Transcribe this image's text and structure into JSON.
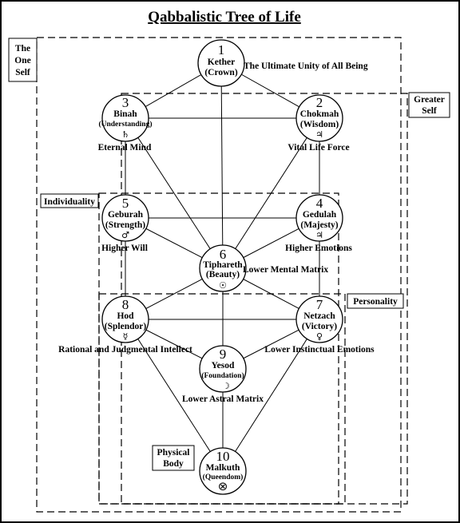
{
  "title": "Qabbalistic Tree of Life",
  "regions": [
    {
      "key": "one-self",
      "lines": [
        "The",
        "One",
        "Self"
      ]
    },
    {
      "key": "greater-self",
      "lines": [
        "Greater",
        "Self"
      ]
    },
    {
      "key": "individuality",
      "lines": [
        "Individuality"
      ]
    },
    {
      "key": "personality",
      "lines": [
        "Personality"
      ]
    },
    {
      "key": "physical-body",
      "lines": [
        "Physical",
        "Body"
      ]
    }
  ],
  "sephiroth": [
    {
      "number": "1",
      "name": "Kether",
      "meaning": "(Crown)",
      "symbol": ""
    },
    {
      "number": "2",
      "name": "Chokmah",
      "meaning": "(Wisdom)",
      "symbol": "♃"
    },
    {
      "number": "3",
      "name": "Binah",
      "meaning": "(Understanding)",
      "symbol": "♄"
    },
    {
      "number": "4",
      "name": "Gedulah",
      "meaning": "(Majesty)",
      "symbol": "♃"
    },
    {
      "number": "5",
      "name": "Geburah",
      "meaning": "(Strength)",
      "symbol": "♂"
    },
    {
      "number": "6",
      "name": "Tiphareth",
      "meaning": "(Beauty)",
      "symbol": "☉"
    },
    {
      "number": "7",
      "name": "Netzach",
      "meaning": "(Victory)",
      "symbol": "♀"
    },
    {
      "number": "8",
      "name": "Hod",
      "meaning": "(Splendor)",
      "symbol": "☿"
    },
    {
      "number": "9",
      "name": "Yesod",
      "meaning": "(Foundation)",
      "symbol": "☽"
    },
    {
      "number": "10",
      "name": "Malkuth",
      "meaning": "(Queendom)",
      "symbol": "⊗"
    }
  ],
  "annotations": [
    "The Ultimate Unity of All Being",
    "Eternal Mind",
    "Vital Life Force",
    "Higher Will",
    "Higher Emotions",
    "Lower Mental Matrix",
    "Rational and Judgmental Intellect",
    "Lower Instinctual Emotions",
    "Lower Astral Matrix"
  ]
}
